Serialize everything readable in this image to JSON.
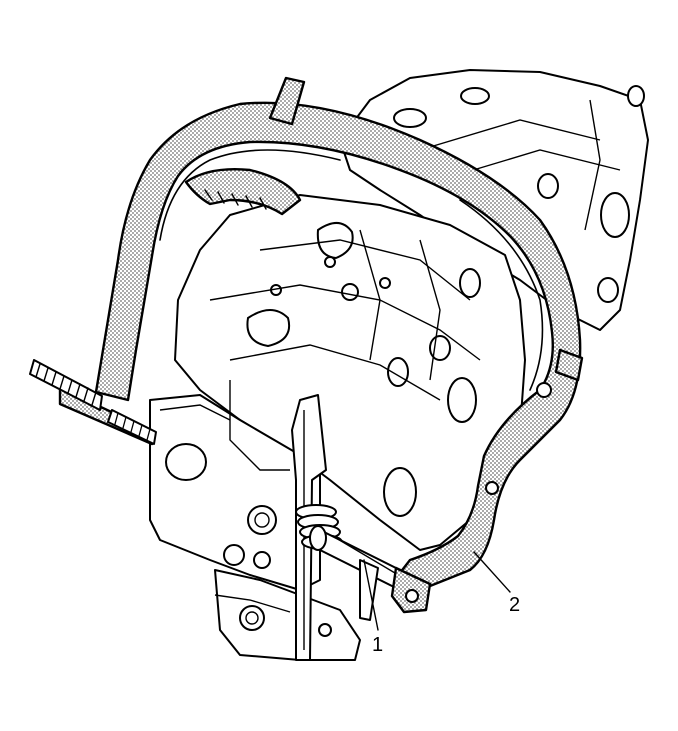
{
  "callouts": [
    {
      "id": "1",
      "label": "1"
    },
    {
      "id": "2",
      "label": "2"
    }
  ],
  "colors": {
    "ink": "#000000",
    "paper": "#ffffff",
    "stipple": "#8a8a8a"
  }
}
